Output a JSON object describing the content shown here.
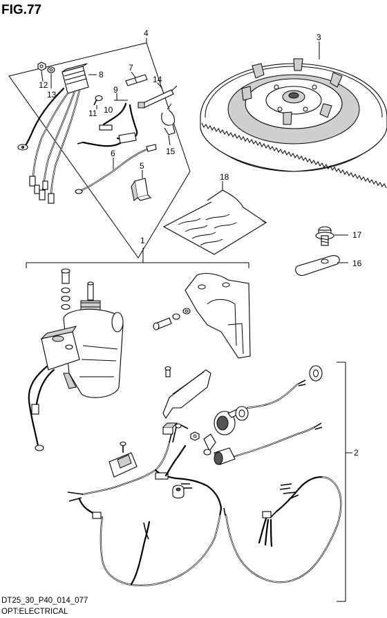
{
  "figure": {
    "title": "FIG.77",
    "code": "DT25_30_P40_014_077",
    "caption": "OPT:ELECTRICAL"
  },
  "callouts": {
    "c1": "1",
    "c2": "2",
    "c3": "3",
    "c4": "4",
    "c5": "5",
    "c6": "6",
    "c7": "7",
    "c8": "8",
    "c9": "9",
    "c10": "10",
    "c11": "11",
    "c12": "12",
    "c13": "13",
    "c14": "14",
    "c15": "15",
    "c16": "16",
    "c17": "17",
    "c18": "18"
  }
}
